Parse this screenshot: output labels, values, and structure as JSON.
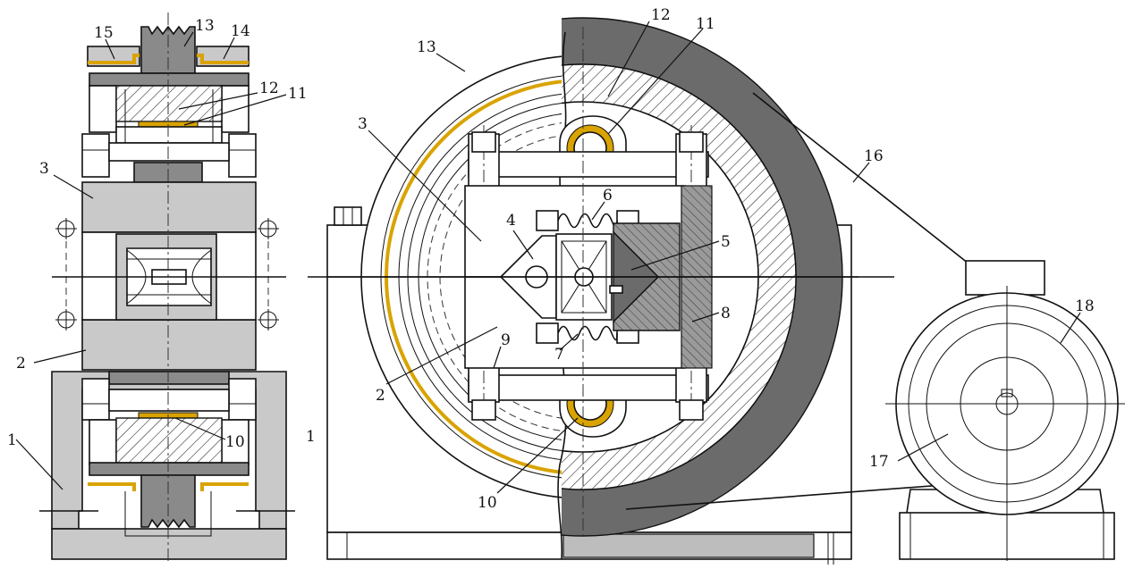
{
  "diagram": {
    "labels_left_view": {
      "l15": "15",
      "l13": "13",
      "l14": "14",
      "l12": "12",
      "l11": "11",
      "l3": "3",
      "l2": "2",
      "l10": "10",
      "l1": "1"
    },
    "labels_front_view": {
      "l13": "13",
      "l12": "12",
      "l11": "11",
      "l3": "3",
      "l4": "4",
      "l6": "6",
      "l5": "5",
      "l8": "8",
      "l7": "7",
      "l9": "9",
      "l2": "2",
      "l10": "10",
      "l1": "1",
      "l16": "16"
    },
    "labels_motor": {
      "l18": "18",
      "l17": "17"
    },
    "colors": {
      "light_gray": "#c9c9c9",
      "dark_gray": "#8a8a8a",
      "bronze_liner": "#d9a300",
      "line": "#111111"
    }
  }
}
